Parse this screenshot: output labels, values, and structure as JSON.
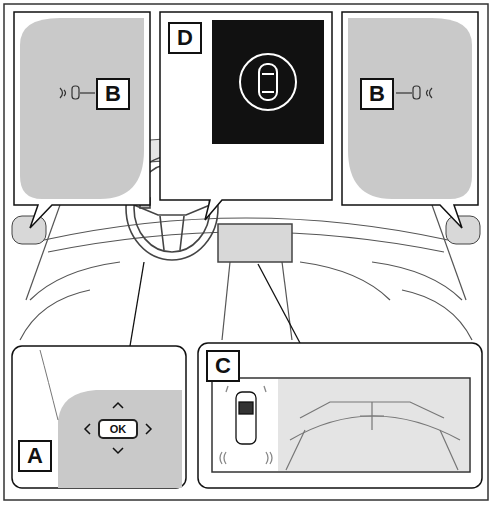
{
  "diagram": {
    "nodes": [
      {
        "text": [
          "B"
        ]
      },
      {
        "text": [
          "D"
        ]
      },
      {
        "text": [
          "B"
        ]
      },
      {
        "text": [
          "A"
        ]
      },
      {
        "text": [
          "OK"
        ]
      },
      {
        "text": [
          "C"
        ]
      }
    ]
  }
}
